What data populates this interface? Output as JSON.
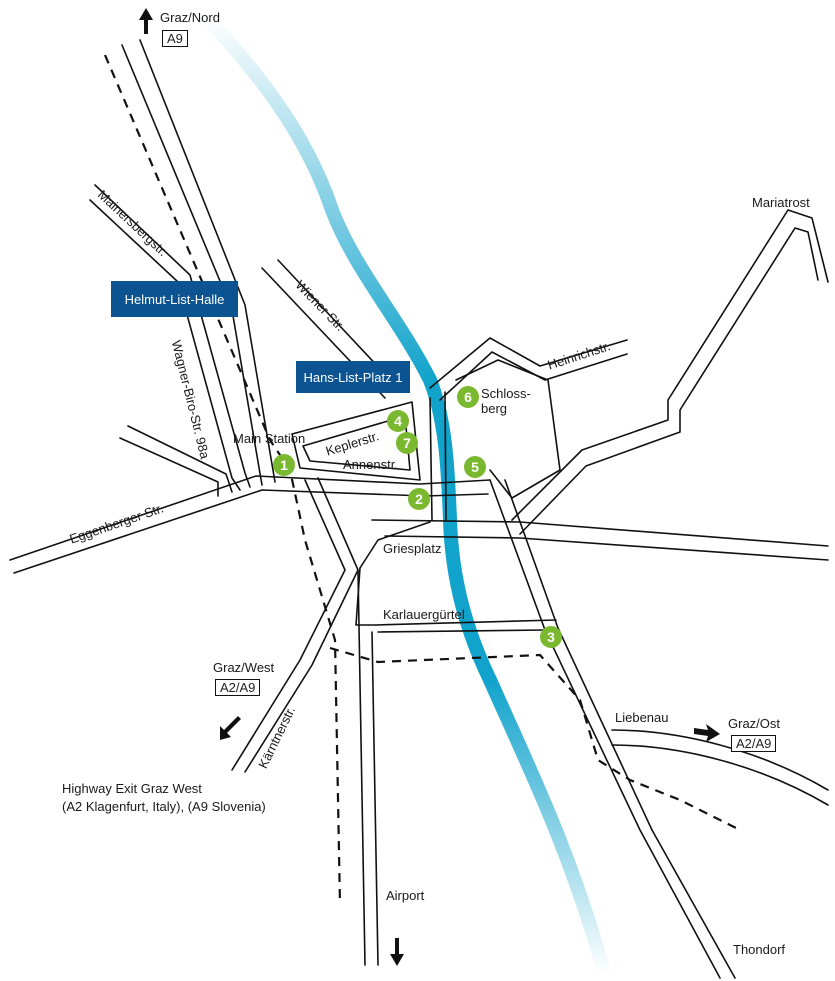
{
  "colors": {
    "river": "#12a3cc",
    "marker": "#7ab92f",
    "box": "#0b5391",
    "road": "#111111"
  },
  "labels": {
    "graz_nord": "Graz/Nord",
    "graz_west": "Graz/West",
    "graz_ost": "Graz/Ost",
    "mariatrost": "Mariatrost",
    "mainersbergstr": "Mainersbergstr.",
    "wiener_str": "Wiener Str.",
    "wagner_biro": "Wagner-Biro-Str. 98a",
    "heinrichstr": "Heinrichstr.",
    "schlossberg": "Schloss-\nberg",
    "main_station": "Main Station",
    "keplerstr": "Keplerstr.",
    "annenstr": "Annenstr.",
    "eggenberger": "Eggenberger Str.",
    "griesplatz": "Griesplatz",
    "karlauerguertel": "Karlauergürtel",
    "liebenau": "Liebenau",
    "kaerntnerstr": "Kärntnerstr.",
    "highway_exit": "Highway Exit Graz West",
    "highway_exit_detail": "(A2 Klagenfurt, Italy), (A9 Slovenia)",
    "airport": "Airport",
    "thondorf": "Thondorf"
  },
  "highway_badges": {
    "north": "A9",
    "west": "A2/A9",
    "east": "A2/A9"
  },
  "boxes": {
    "helmut_list_halle": "Helmut-List-Halle",
    "hans_list_platz": "Hans-List-Platz 1"
  },
  "markers": [
    "1",
    "2",
    "3",
    "4",
    "5",
    "6",
    "7"
  ],
  "icons": [
    "arrow-north-icon",
    "arrow-southwest-icon",
    "arrow-east-icon",
    "arrow-south-icon"
  ]
}
